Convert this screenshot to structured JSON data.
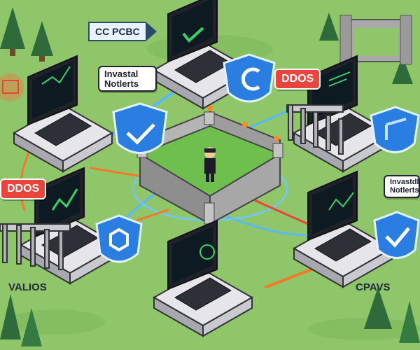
{
  "labels": {
    "top_banner": "CC PCBC",
    "callout_top_left": "Invastal Notlerts",
    "callout_right": "Invastdly Notlerts",
    "ddos_upper": "DDOS",
    "ddos_left": "DDOS",
    "bottom_left": "VALIOS",
    "bottom_right": "CPAVS"
  },
  "colors": {
    "grass": "#8fc66a",
    "shield": "#2a7de1",
    "alert_red": "#e8453c",
    "link_blue": "#57b8ff",
    "attack_orange": "#f07a2a"
  },
  "icons": {
    "shield_check": "shield-check-icon",
    "shield_c": "shield-c-icon",
    "hexagon": "hexagon-shield-icon",
    "castle": "castle-icon",
    "tree": "pine-tree-icon"
  }
}
